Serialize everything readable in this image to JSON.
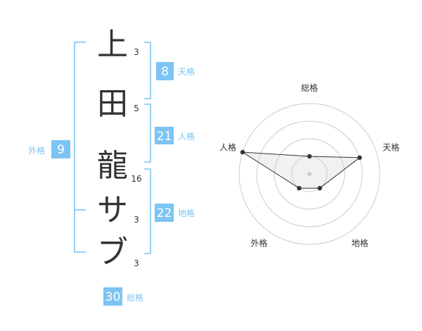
{
  "chart_data": [
    {
      "type": "table",
      "name_chars": [
        {
          "char": "上",
          "strokes": "3"
        },
        {
          "char": "田",
          "strokes": "5"
        },
        {
          "char": "龍",
          "strokes": "16"
        },
        {
          "char": "サ",
          "strokes": "3"
        },
        {
          "char": "ブ",
          "strokes": "3"
        }
      ],
      "kaku": {
        "ten": {
          "label": "天格",
          "value": "8"
        },
        "jin": {
          "label": "人格",
          "value": "21"
        },
        "chi": {
          "label": "地格",
          "value": "22"
        },
        "gai": {
          "label": "外格",
          "value": "9"
        },
        "sou": {
          "label": "総格",
          "value": "30"
        }
      }
    },
    {
      "type": "radar",
      "axes": [
        "総格",
        "天格",
        "地格",
        "外格",
        "人格"
      ],
      "values": [
        0.25,
        0.75,
        0.25,
        0.25,
        1.0
      ],
      "rmax": 1.0,
      "rings": 4
    }
  ]
}
